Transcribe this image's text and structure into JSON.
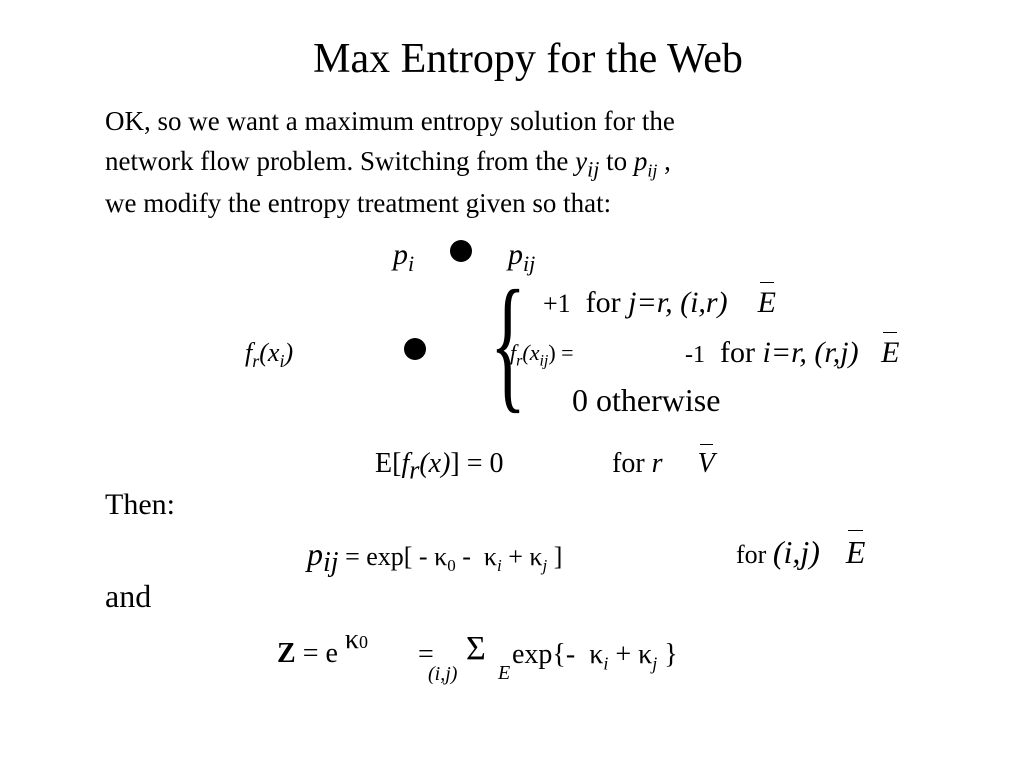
{
  "title": "Max Entropy for the Web",
  "intro": {
    "line1": "OK, so we want a maximum entropy solution for the",
    "line2_pre": "network flow problem.  Switching from the ",
    "y": "y",
    "ij": "ij",
    "to": " to ",
    "p": "p",
    "comma": " ,",
    "line3": "we modify the entropy treatment given so that:"
  },
  "sym": {
    "p": "p",
    "i": "i",
    "j": "j",
    "ij": "ij",
    "f": "f",
    "r": "r",
    "x": "x",
    "E": "E",
    "V": "V",
    "Z": "Z",
    "kappa": "κ",
    "k0": "0",
    "sigma": "Σ",
    "brace": "{"
  },
  "mapping": {
    "lparen": "(",
    "rparen": ")",
    "fr_x_ij_tail": ") ="
  },
  "cases": {
    "plus_one": "+1",
    "for": "for",
    "case1_cond": "j=r, (i,r)",
    "minus_one": "-1",
    "case2_cond": "i=r, (r,j)",
    "otherwise": "0  otherwise"
  },
  "expectation": {
    "e_open": "E[",
    "x_part": "(x)",
    "close_eq": "]  = 0",
    "for": "for",
    "r": "r"
  },
  "then_label": "Then:",
  "pij_eq": {
    "eq": " =  exp[ - ",
    "minus": " - ",
    "plus": " + ",
    "close": " ]",
    "for": "for ",
    "cond": "(i,j)"
  },
  "and_label": "and",
  "z_eq": {
    "eq_e": " =  e ",
    "eq": "=",
    "sum_index": "(i,j)",
    "exp_open": "exp{- ",
    "plus": " + ",
    "close": " }"
  }
}
